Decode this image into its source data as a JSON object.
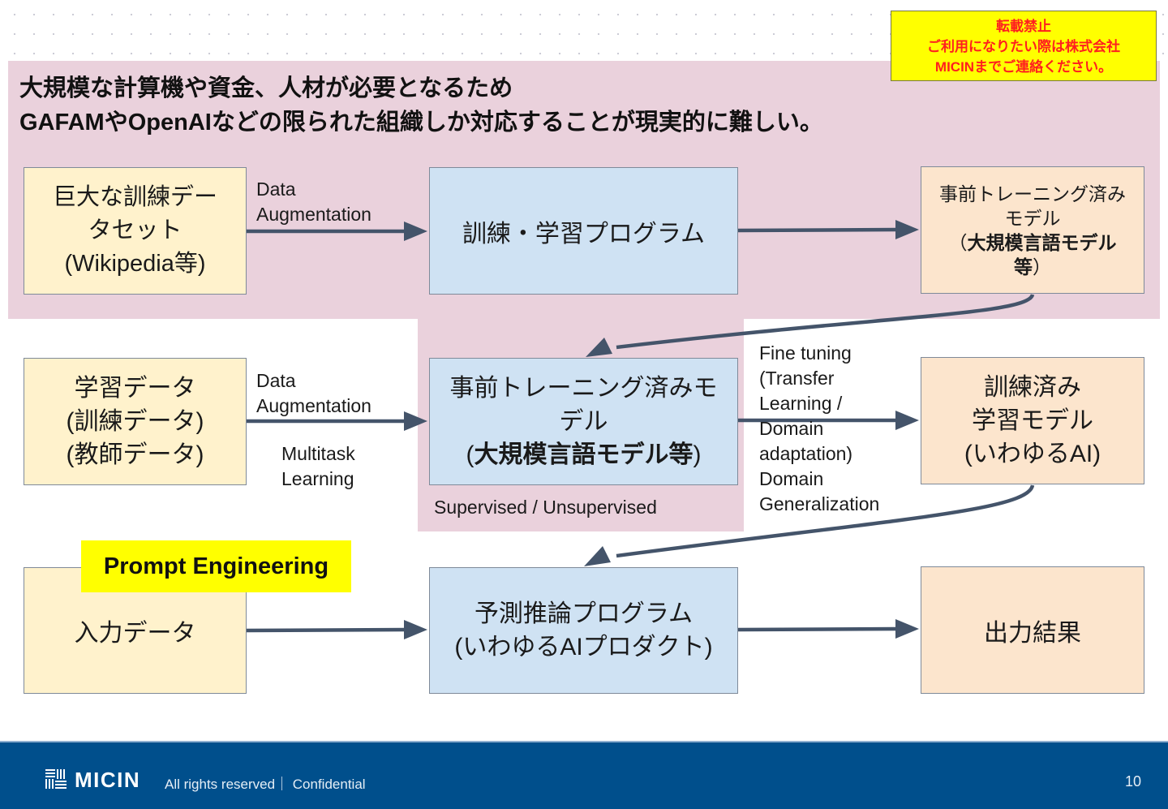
{
  "notice": {
    "lines": [
      "転載禁止",
      "ご利用になりたい際は株式会社",
      "MICINまでご連絡ください。"
    ],
    "text_color": "#ff1f1f",
    "background": "#ffff00"
  },
  "heading": {
    "line1": "大規模な計算機や資金、人材が必要となるため",
    "line2": "GAFAMやOpenAIなどの限られた組織しか対応することが現実的に難しい。"
  },
  "colors": {
    "highlight_band": "#ead1dc",
    "data_box": "#fff2cc",
    "program_box": "#cfe2f3",
    "model_box": "#fce5cd",
    "arrow": "#44546a",
    "footer": "#004f8c"
  },
  "boxes": {
    "dataset": {
      "lines": [
        "巨大な訓練デー",
        "タセット",
        "(Wikipedia等)"
      ]
    },
    "training_program": {
      "text": "訓練・学習プログラム"
    },
    "pretrained_model_top": {
      "line1": "事前トレーニング済み",
      "line2": "モデル",
      "line3_prefix": "（",
      "line3_bold": "大規模言語モデル",
      "line4_bold": "等",
      "line4_suffix": "）"
    },
    "learning_data": {
      "lines": [
        "学習データ",
        "(訓練データ)",
        "(教師データ)"
      ]
    },
    "pretrained_model_mid": {
      "line1": "事前トレーニング済みモ",
      "line2": "デル",
      "line3_prefix": "(",
      "line3_bold": "大規模言語モデル等",
      "line3_suffix": ")"
    },
    "trained_model": {
      "lines": [
        "訓練済み",
        "学習モデル",
        "(いわゆるAI)"
      ]
    },
    "input_data": {
      "text": "入力データ"
    },
    "inference_program": {
      "lines": [
        "予測推論プログラム",
        "(いわゆるAIプロダクト)"
      ]
    },
    "output_result": {
      "text": "出力結果"
    }
  },
  "labels": {
    "augmentation_top": "Data\nAugmentation",
    "augmentation_mid": "Data\nAugmentation",
    "multitask": "Multitask\nLearning",
    "supervised": "Supervised / Unsupervised",
    "fine_tuning": "Fine tuning\n(Transfer\nLearning /\nDomain\nadaptation)\nDomain\nGeneralization",
    "prompt_engineering": "Prompt Engineering"
  },
  "footer": {
    "brand": "MICIN",
    "rights": "All rights reserved｜ Confidential",
    "page_number": "10"
  }
}
